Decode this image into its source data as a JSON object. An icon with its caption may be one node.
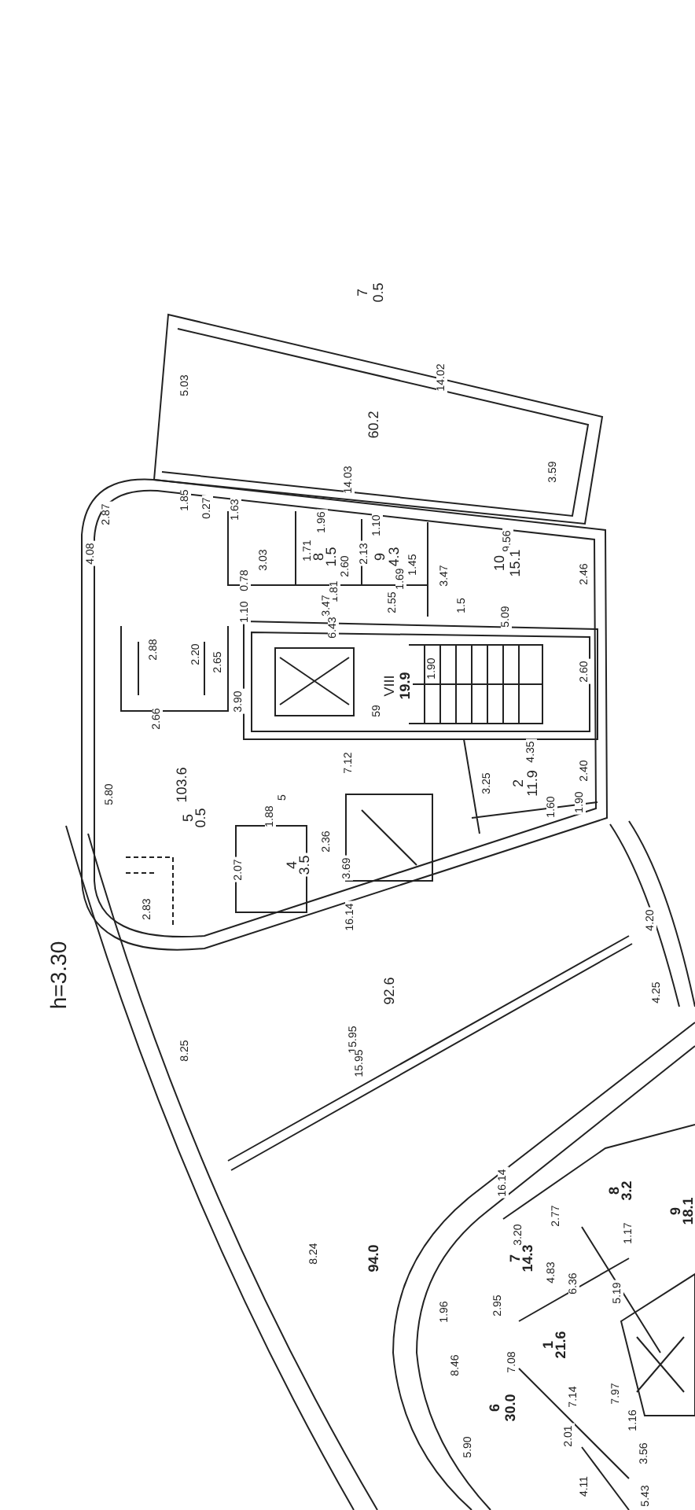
{
  "diagram": {
    "labels": [
      "7",
      "0.5",
      "5.03",
      "14.02",
      "60.2",
      "14.03",
      "3.59",
      "2.87",
      "1.85",
      "0.27",
      "1.63",
      "1.96",
      "1.10",
      "4.08",
      "3.03",
      "1.71",
      "8",
      "1.5",
      "2.60",
      "2.13",
      "9",
      "4.3",
      "1.45",
      "9.56",
      "10",
      "15.1",
      "0.78",
      "1.69",
      "3.47",
      "2.46",
      "1.81",
      "1.10",
      "3.47",
      "2.55",
      "1.5",
      "6.43",
      "5.09",
      "2.88",
      "2.20",
      "2.65",
      "1.90",
      "2.60",
      "2.66",
      "3.90",
      "VIII",
      "19.9",
      "59",
      "7.12",
      "4.35",
      "5.80",
      "103.6",
      "5",
      "3.25",
      "2",
      "11.9",
      "1.60",
      "1.90",
      "2.40",
      "5",
      "0.5",
      "1.88",
      "2.36",
      "2.07",
      "4",
      "3.5",
      "3.69",
      "2.83",
      "16.14",
      "4.20",
      "h=3.30",
      "92.6",
      "4.25",
      "8.25",
      "15.95",
      "15.95",
      "16.14",
      "8",
      "3.2",
      "2.77",
      "9",
      "18.1",
      "3.20",
      "1.17",
      "8.24",
      "94.0",
      "7",
      "14.3",
      "4.83",
      "6.36",
      "5.19",
      "1.96",
      "2.95",
      "1",
      "21.6",
      "8.46",
      "7.08",
      "7.14",
      "7.97",
      "6",
      "30.0",
      "2.01",
      "1.16",
      "5.90",
      "3.56",
      "4.11",
      "5.43"
    ]
  }
}
